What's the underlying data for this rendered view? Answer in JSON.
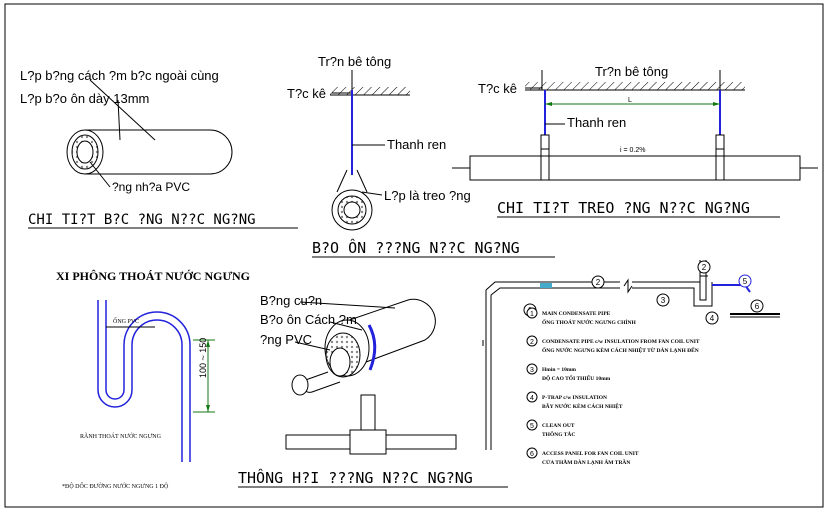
{
  "insulation_detail": {
    "label_outer": "L?p b?ng cách ?m b?c ngoài cùng",
    "label_inner": "L?p b?o ôn dày 13mm",
    "label_pipe": "?ng nh?a PVC",
    "title": "CHI TI?T B?C ?NG N??C NG?NG"
  },
  "hanger_side": {
    "label_ceiling": "Tr?n bê tông",
    "label_anchor": "T?c kê",
    "label_rod": "Thanh ren",
    "label_clamp": "L?p là treo ?ng",
    "title": "B?O ÔN ???NG N??C NG?NG"
  },
  "hanger_elevation": {
    "label_ceiling": "Tr?n bê tông",
    "label_anchor": "T?c kê",
    "label_rod": "Thanh ren",
    "dim_l": "L",
    "slope": "i = 0.2%",
    "title": "CHI TI?T TREO ?NG N??C NG?NG"
  },
  "siphon": {
    "title": "XI PHÔNG THOÁT NƯỚC NGƯNG",
    "label_pipe": "ỐNG PVC",
    "label_dim": "100 ~ 150",
    "label_channel": "RÃNH THOÁT NƯỚC NGƯNG",
    "note": "*ĐỘ DỐC ĐƯỜNG NƯỚC NGƯNG 1 ĐỘ"
  },
  "pipe_3d": {
    "label_tape": "B?ng cu?n",
    "label_insulation": "B?o ôn Cách ?m",
    "label_pipe": "?ng PVC",
    "title": "THÔNG H?I ???NG N??C NG?NG"
  },
  "schematic": {
    "markers": [
      "1",
      "2",
      "3",
      "4",
      "5",
      "6"
    ],
    "legend": [
      {
        "num": "1",
        "en": "MAIN CONDENSATE PIPE",
        "vi": "ỐNG THOÁT NƯỚC NGƯNG CHÍNH"
      },
      {
        "num": "2",
        "en": "CONDENSATE PIPE c/w INSULATION FROM FAN COIL UNIT",
        "vi": "ỐNG NƯỚC NGƯNG KÈM CÁCH NHIỆT TỪ DÀN LẠNH ĐẾN"
      },
      {
        "num": "3",
        "en": "Hmin = 10mm",
        "vi": "ĐỘ CAO TỐI THIỂU 10mm"
      },
      {
        "num": "4",
        "en": "P-TRAP c/w INSULATION",
        "vi": "BẪY NƯỚC KÈM CÁCH NHIỆT"
      },
      {
        "num": "5",
        "en": "CLEAN OUT",
        "vi": "THÔNG TẮC"
      },
      {
        "num": "6",
        "en": "ACCESS PANEL FOR FAN COIL UNIT",
        "vi": "CỬA THĂM DÀN LẠNH ÂM TRẦN"
      }
    ]
  },
  "colors": {
    "pipe_blue": "#2222dd",
    "dim_green": "#117711",
    "marker_cyan": "#44aacc",
    "line": "#000000"
  }
}
